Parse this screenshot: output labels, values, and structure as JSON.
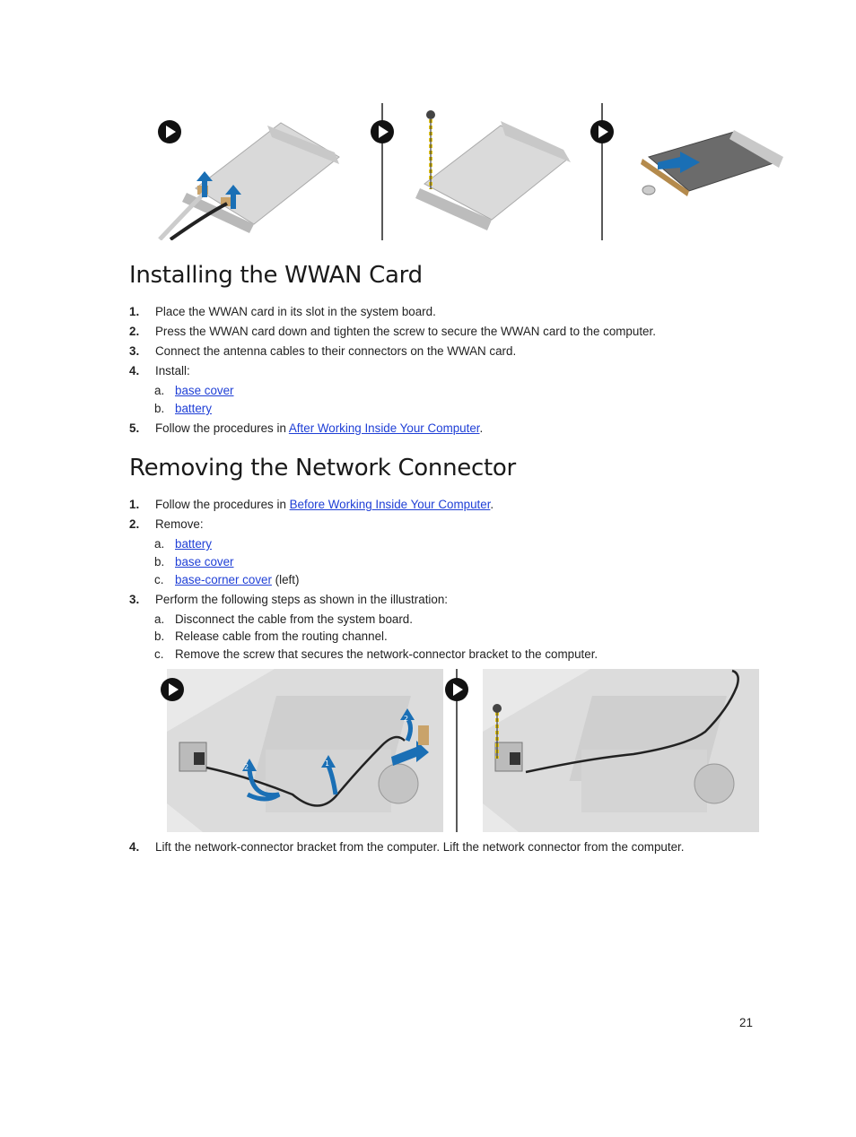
{
  "install": {
    "title": "Installing the WWAN Card",
    "steps": [
      {
        "num": "1.",
        "text": "Place the WWAN card in its slot in the system board."
      },
      {
        "num": "2.",
        "text": "Press the WWAN card down and tighten the screw to secure the WWAN card to the computer."
      },
      {
        "num": "3.",
        "text": "Connect the antenna cables to their connectors on the WWAN card."
      },
      {
        "num": "4.",
        "text": "Install:"
      },
      {
        "num": "5.",
        "text_before": "Follow the procedures in ",
        "link": "After Working Inside Your Computer",
        "text_after": "."
      }
    ],
    "sub_items": [
      {
        "letter": "a.",
        "link": "base cover"
      },
      {
        "letter": "b.",
        "link": "battery"
      }
    ]
  },
  "remove": {
    "title": "Removing the Network Connector",
    "step1": {
      "num": "1.",
      "text_before": "Follow the procedures in ",
      "link": "Before Working Inside Your Computer",
      "text_after": "."
    },
    "step2": {
      "num": "2.",
      "text": "Remove:"
    },
    "step2_items": [
      {
        "letter": "a.",
        "link": "battery",
        "suffix": ""
      },
      {
        "letter": "b.",
        "link": "base cover",
        "suffix": ""
      },
      {
        "letter": "c.",
        "link": "base-corner cover",
        "suffix": " (left)"
      }
    ],
    "step3": {
      "num": "3.",
      "text": "Perform the following steps as shown in the illustration:"
    },
    "step3_items": [
      {
        "letter": "a.",
        "text": "Disconnect the cable from the system board."
      },
      {
        "letter": "b.",
        "text": "Release cable from the routing channel."
      },
      {
        "letter": "c.",
        "text": "Remove the screw that secures the network-connector bracket to the computer."
      }
    ],
    "step4": {
      "num": "4.",
      "text": "Lift the network-connector bracket from the computer. Lift the network connector from the computer."
    }
  },
  "illustration_labels": {
    "arrow_1": "1",
    "arrow_2": "2"
  },
  "page_number": "21",
  "colors": {
    "link": "#1f3fd6",
    "arrow": "#1a6fb5",
    "screw_bar": "#e6c81e"
  }
}
